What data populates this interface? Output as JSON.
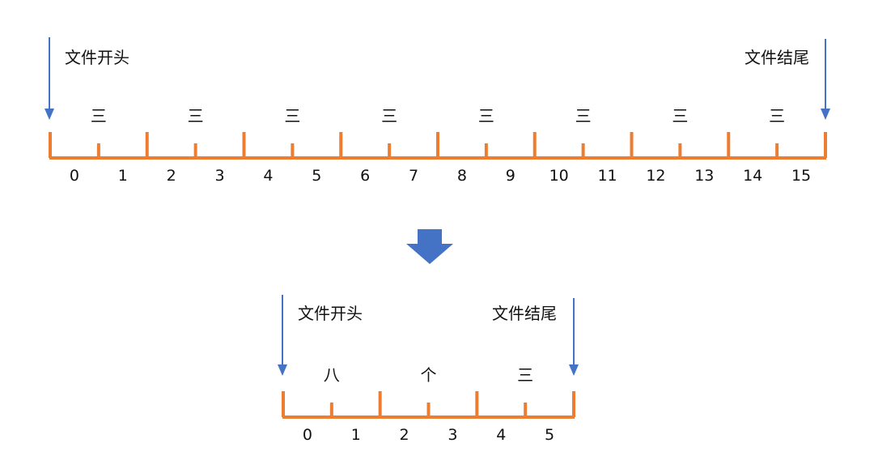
{
  "colors": {
    "ruler": "#ED7D31",
    "arrow": "#4472C4",
    "text": "#111111",
    "background": "#ffffff"
  },
  "top": {
    "start_label": "文件开头",
    "end_label": "文件结尾",
    "chars": [
      "三",
      "三",
      "三",
      "三",
      "三",
      "三",
      "三",
      "三"
    ],
    "indices": [
      "0",
      "1",
      "2",
      "3",
      "4",
      "5",
      "6",
      "7",
      "8",
      "9",
      "10",
      "11",
      "12",
      "13",
      "14",
      "15"
    ]
  },
  "bottom": {
    "start_label": "文件开头",
    "end_label": "文件结尾",
    "chars": [
      "八",
      "个",
      "三"
    ],
    "indices": [
      "0",
      "1",
      "2",
      "3",
      "4",
      "5"
    ]
  },
  "transition_icon": "down-arrow-icon"
}
